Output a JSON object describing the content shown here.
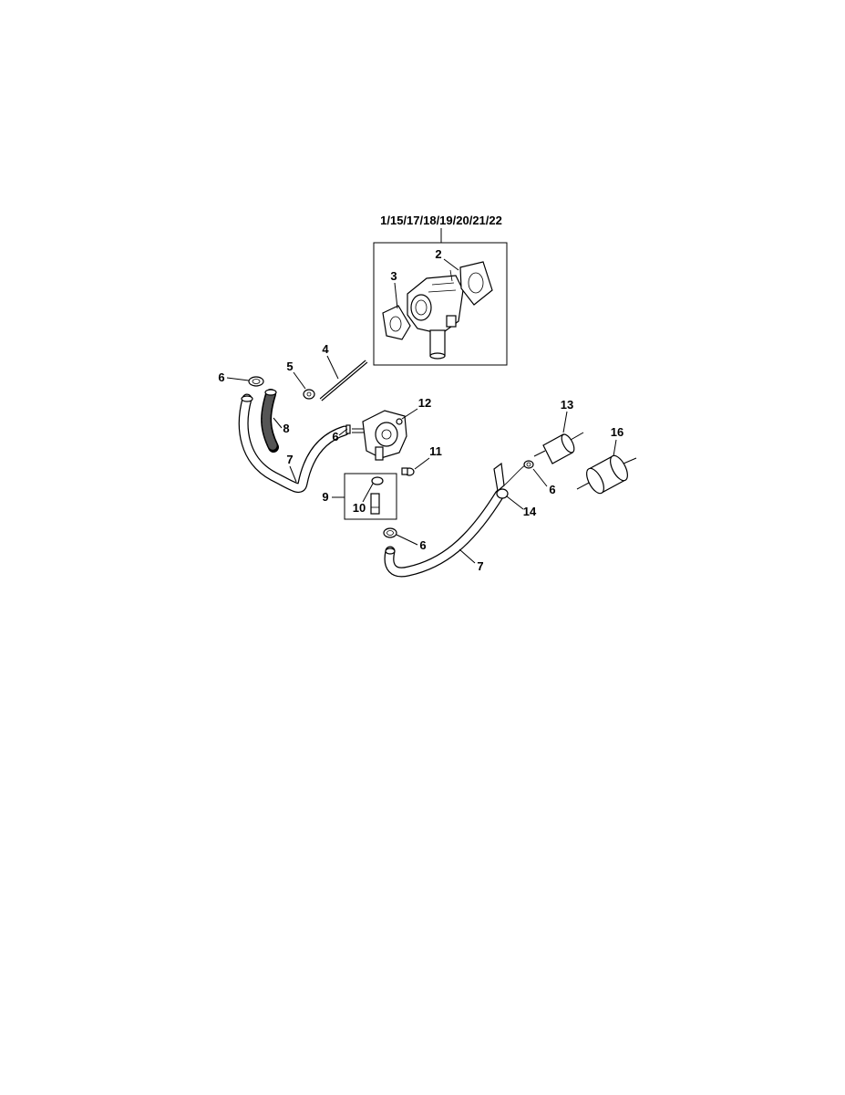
{
  "callouts": {
    "assembly": "1/15/17/18/19/20/21/22",
    "p2": "2",
    "p3": "3",
    "p4": "4",
    "p5": "5",
    "p6a": "6",
    "p6b": "6",
    "p6c": "6",
    "p6d": "6",
    "p7a": "7",
    "p7b": "7",
    "p8": "8",
    "p9": "9",
    "p10": "10",
    "p11": "11",
    "p12": "12",
    "p13": "13",
    "p14": "14",
    "p16": "16"
  },
  "parts": {
    "carburetor": "carburetor-icon",
    "gasket": "gasket-icon",
    "stud": "stud-icon",
    "nut": "nut-icon",
    "clamp": "clamp-icon",
    "fuel_line": "hose-icon",
    "sleeve": "sleeve-icon",
    "fuel_pump": "fuel-pump-icon",
    "screw": "screw-icon",
    "fuel_filter": "fuel-filter-icon",
    "bracket": "bracket-icon"
  }
}
